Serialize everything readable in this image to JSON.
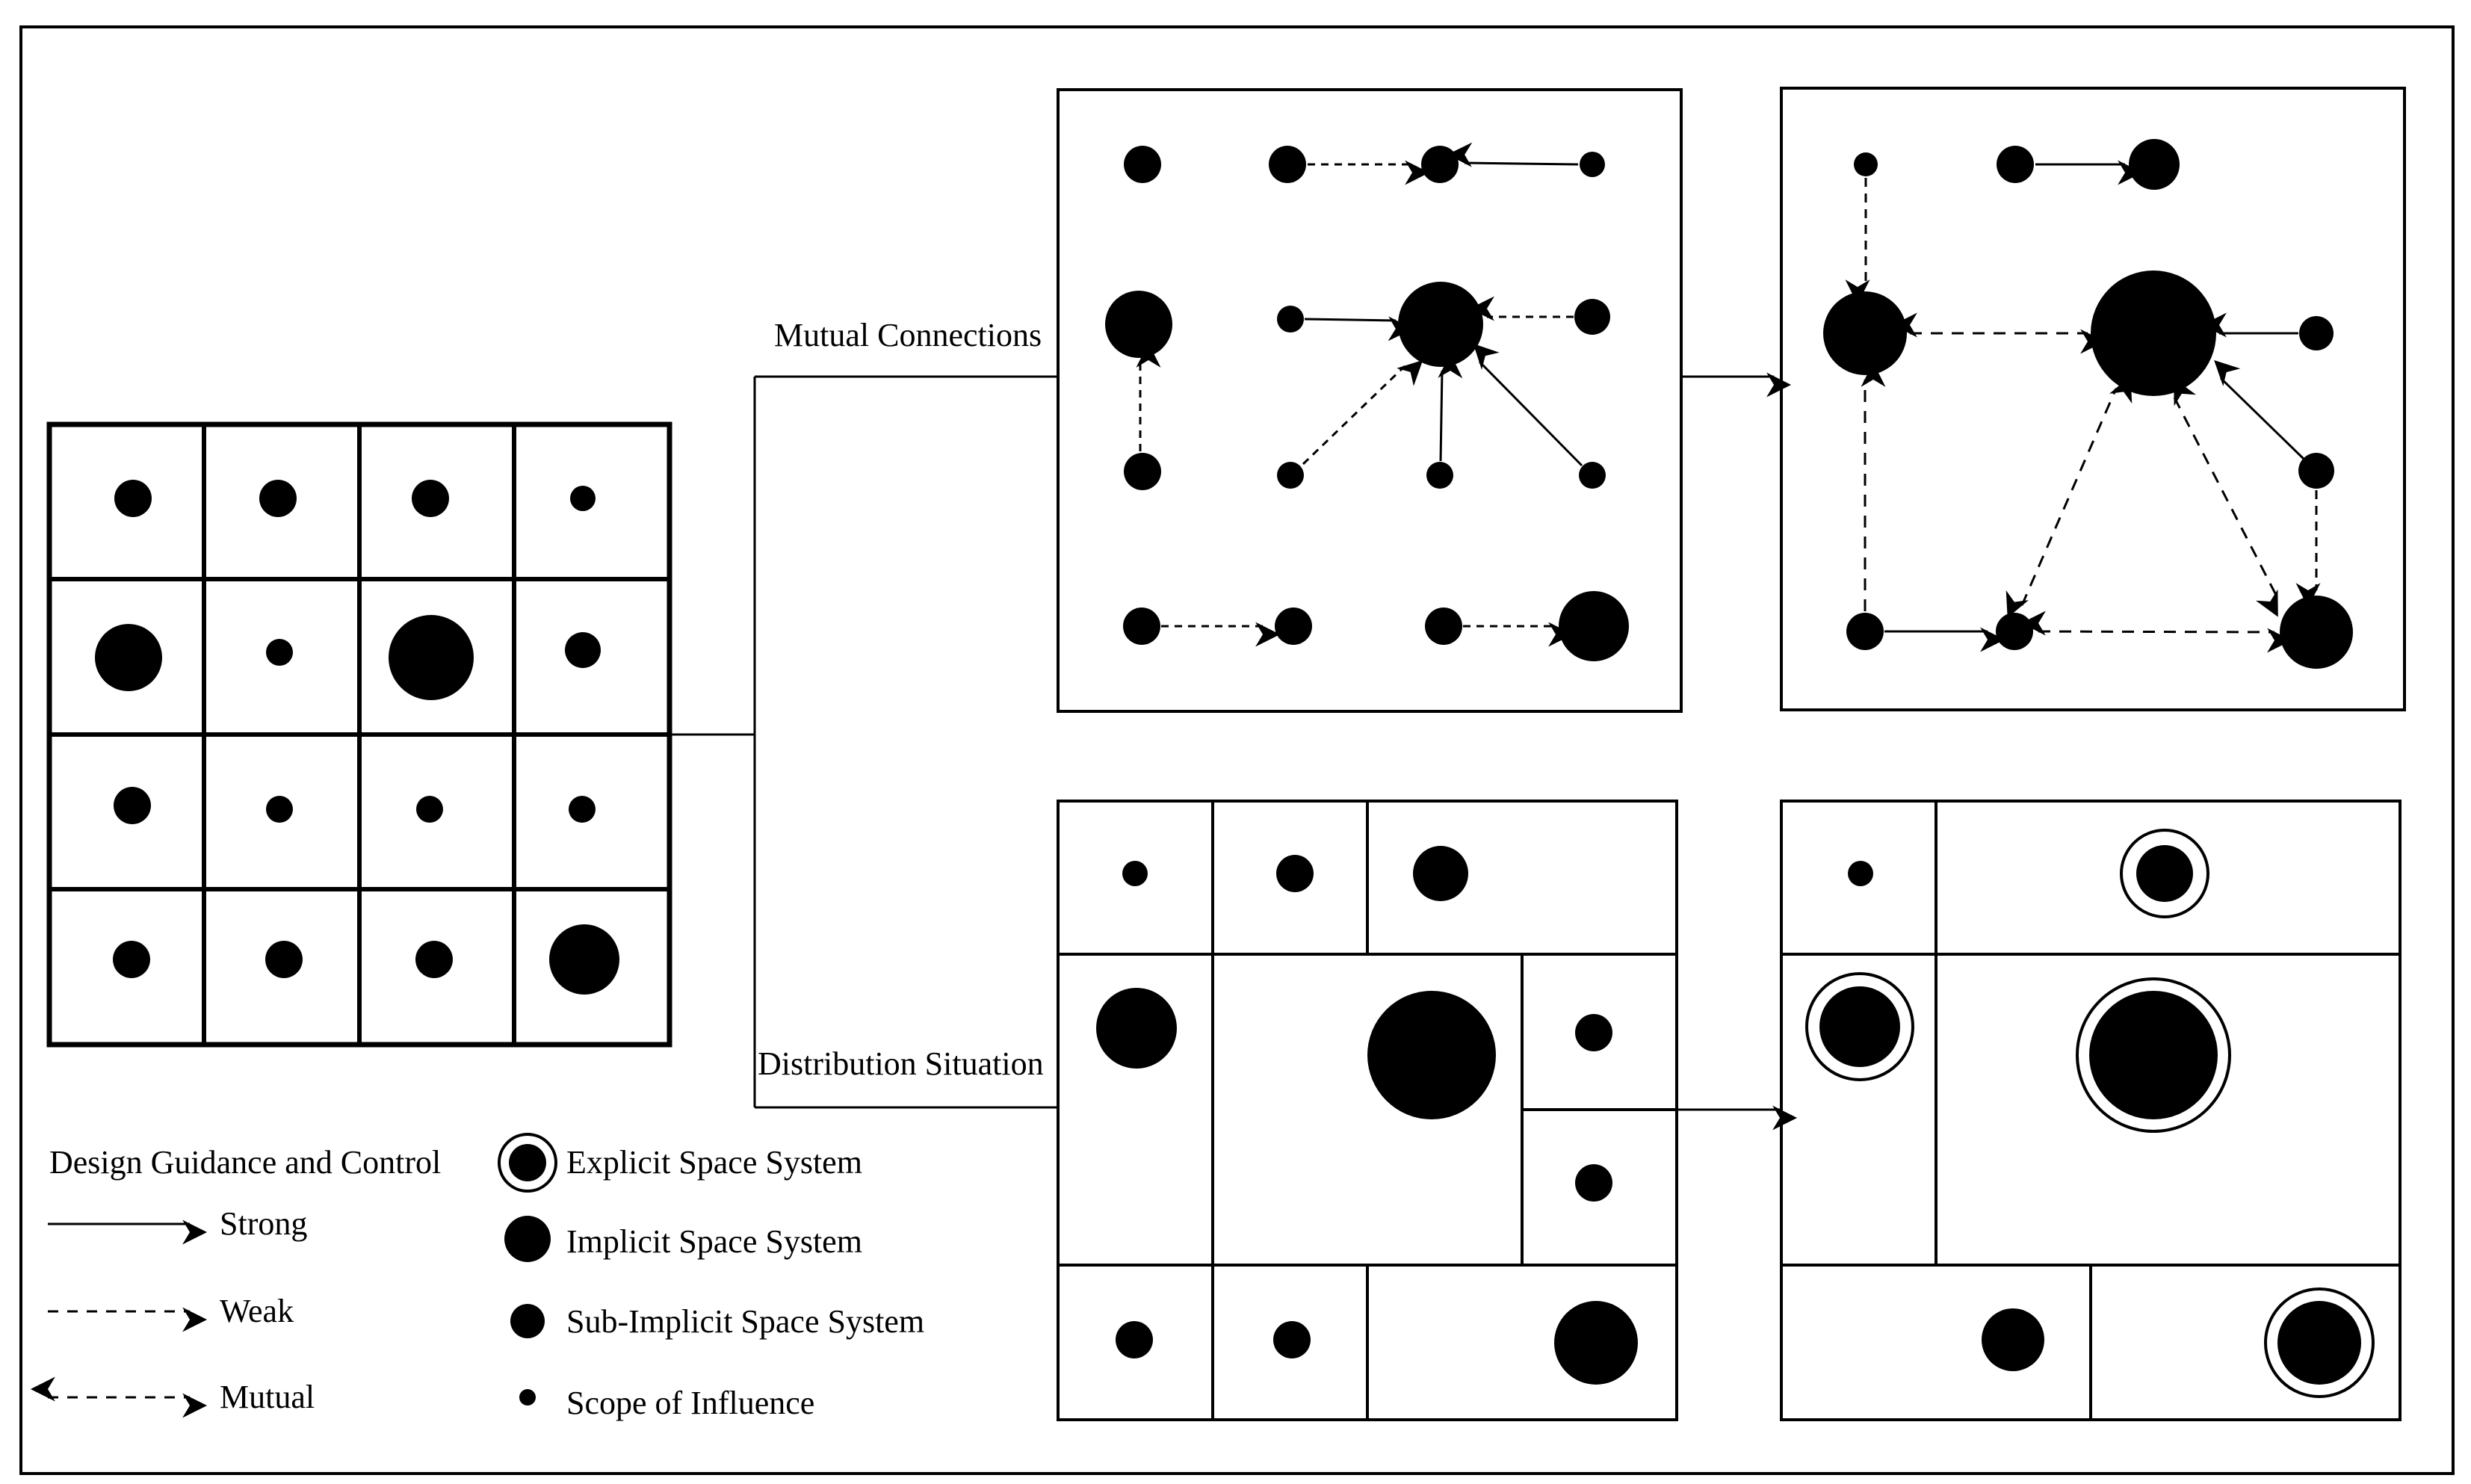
{
  "labels": {
    "mutual_connections": "Mutual Connections",
    "distribution_situation": "Distribution Situation"
  },
  "legend": {
    "title": "Design Guidance and Control",
    "strong": "Strong",
    "weak": "Weak",
    "mutual": "Mutual",
    "explicit": "Explicit Space System",
    "implicit": "Implicit Space System",
    "sub_implicit": "Sub-Implicit Space System",
    "scope": "Scope of Influence"
  },
  "colors": {
    "ink": "#000000",
    "paper": "#ffffff"
  }
}
